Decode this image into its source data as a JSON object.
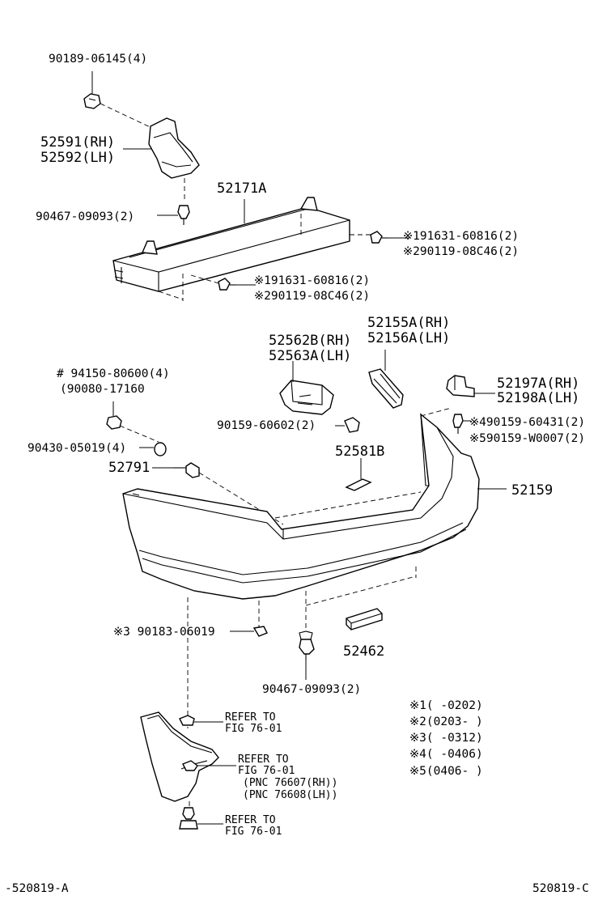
{
  "labels": {
    "nut_top": "90189-06145(4)",
    "bracket_rh": "52591(RH)",
    "bracket_lh": "52592(LH)",
    "clip_top": "90467-09093(2)",
    "reinforcement": "52171A",
    "bolt_r1": "※191631-60816(2)",
    "bolt_r2": "※290119-08C46(2)",
    "bolt_c1": "※191631-60816(2)",
    "bolt_c2": "※290119-08C46(2)",
    "retainer_rh": "52155A(RH)",
    "retainer_lh": "52156A(LH)",
    "support_rh": "52562B(RH)",
    "support_lh": "52563A(LH)",
    "nut_left1": "# 94150-80600(4)",
    "nut_left2": "(90080-17160",
    "screw_support": "90159-60602(2)",
    "side_rh": "52197A(RH)",
    "side_lh": "52198A(LH)",
    "screw_r1": "※490159-60431(2)",
    "screw_r2": "※590159-W0007(2)",
    "washer": "90430-05019(4)",
    "pad": "52581B",
    "bolt_left": "52791",
    "bumper_cover": "52159",
    "clip_lower": "※3 90183-06019",
    "reflector": "52462",
    "clip_bottom": "90467-09093(2)",
    "ref1_a": "REFER TO",
    "ref1_b": "FIG 76-01",
    "ref2_a": "REFER TO",
    "ref2_b": "FIG 76-01",
    "ref2_c": "(PNC 76607(RH))",
    "ref2_d": "(PNC 76608(LH))",
    "ref3_a": "REFER TO",
    "ref3_b": "FIG 76-01",
    "note1": "※1(     -0202)",
    "note2": "※2(0203-     )",
    "note3": "※3(     -0312)",
    "note4": "※4(     -0406)",
    "note5": "※5(0406-     )",
    "footer_left": "-520819-A",
    "footer_right": "520819-C"
  }
}
